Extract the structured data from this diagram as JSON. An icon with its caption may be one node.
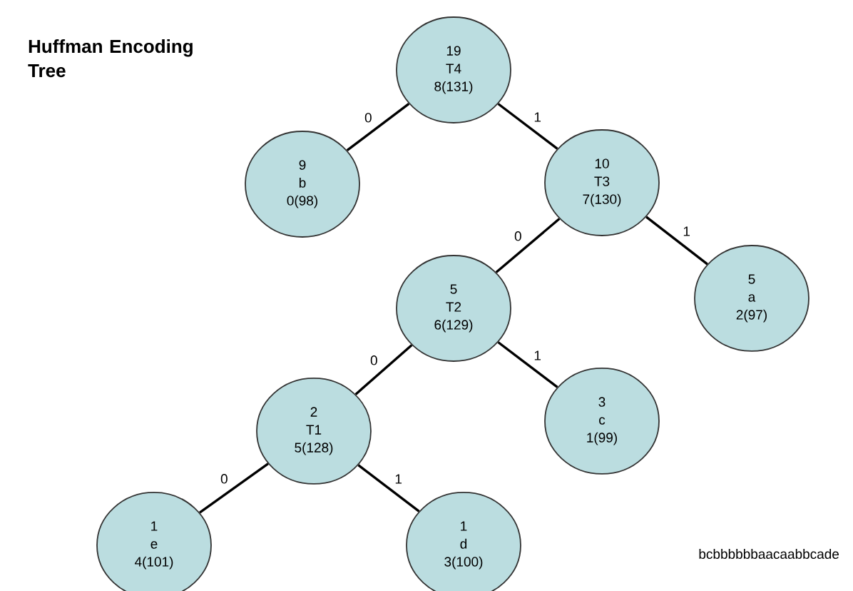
{
  "diagram": {
    "title": "Huffman Encoding Tree",
    "nodes": [
      {
        "text": [
          "19",
          "T4",
          "8(131)"
        ]
      },
      {
        "text": [
          "9",
          "b",
          "0(98)"
        ]
      },
      {
        "text": [
          "10",
          "T3",
          "7(130)"
        ]
      },
      {
        "text": [
          "5",
          "T2",
          "6(129)"
        ]
      },
      {
        "text": [
          "5",
          "a",
          "2(97)"
        ]
      },
      {
        "text": [
          "2",
          "T1",
          "5(128)"
        ]
      },
      {
        "text": [
          "3",
          "c",
          "1(99)"
        ]
      },
      {
        "text": [
          "1",
          "e",
          "4(101)"
        ]
      },
      {
        "text": [
          "1",
          "d",
          "3(100)"
        ]
      }
    ],
    "edges": [
      {
        "from": 0,
        "to": 1,
        "arrow": "none",
        "label": "0"
      },
      {
        "from": 0,
        "to": 2,
        "arrow": "none",
        "label": "1"
      },
      {
        "from": 2,
        "to": 3,
        "arrow": "none",
        "label": "0"
      },
      {
        "from": 2,
        "to": 4,
        "arrow": "none",
        "label": "1"
      },
      {
        "from": 3,
        "to": 5,
        "arrow": "none",
        "label": "0"
      },
      {
        "from": 3,
        "to": 6,
        "arrow": "none",
        "label": "1"
      },
      {
        "from": 5,
        "to": 7,
        "arrow": "none",
        "label": "0"
      },
      {
        "from": 5,
        "to": 8,
        "arrow": "none",
        "label": "1"
      }
    ],
    "labels": [
      "bcbbbbbbaacaabbcade"
    ]
  }
}
